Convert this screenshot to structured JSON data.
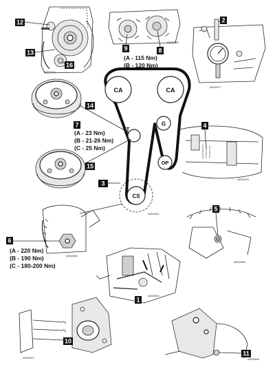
{
  "callouts": {
    "c1": "1",
    "c2": "2",
    "c3": "3",
    "c4": "4",
    "c5": "5",
    "c6": "6",
    "c7": "7",
    "c8": "8",
    "c9": "9",
    "c10": "10",
    "c11": "11",
    "c12": "12",
    "c13": "13",
    "c14": "14",
    "c15": "15",
    "c16": "16"
  },
  "pulleys": {
    "ca_left": "CA",
    "ca_right": "CA",
    "tensioner": "T",
    "idler": "G",
    "oil_pump": "OP",
    "crankshaft": "CS"
  },
  "specs_9": [
    "(A - 115 Nm)",
    "(B - 120 Nm)"
  ],
  "specs_7": [
    "(A - 23 Nm)",
    "(B - 21-26 Nm)",
    "(C - 25 Nm)"
  ],
  "specs_6": [
    "(A - 220 Nm)",
    "(B - 190 Nm)",
    "(C - 180-200 Nm)"
  ],
  "codes": {
    "top_left": "AD02074",
    "top_mid": "AD02056",
    "top_right": "AD02077",
    "right_mid": "AD02078",
    "center": "AD02051",
    "left_mid": "AD02066",
    "right_low": "AD02065",
    "bottom_mid": "AD02054",
    "bottom_left": "AD02057",
    "bottom_right": "AD02058"
  }
}
